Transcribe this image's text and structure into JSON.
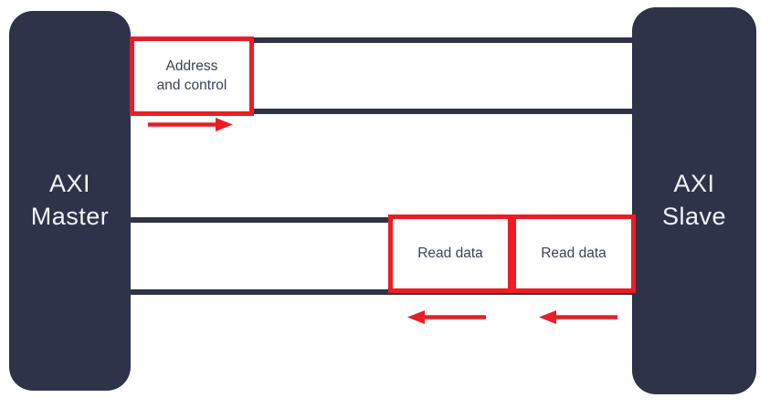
{
  "diagram": {
    "title_implied": "AXI read transaction",
    "master_block": {
      "label": "AXI\nMaster"
    },
    "slave_block": {
      "label": "AXI\nSlave"
    },
    "address_channel": {
      "box_label": "Address\nand control",
      "arrow_direction": "right"
    },
    "read_data_channel": {
      "box1_label": "Read data",
      "box2_label": "Read data",
      "arrow_direction": "left"
    },
    "colors": {
      "block_fill": "#2e3349",
      "channel_line": "#2e3349",
      "accent_red": "#ed1c24",
      "box_fill": "#ffffff",
      "box_text": "#3b415a",
      "block_text": "#f2f3f6"
    }
  }
}
